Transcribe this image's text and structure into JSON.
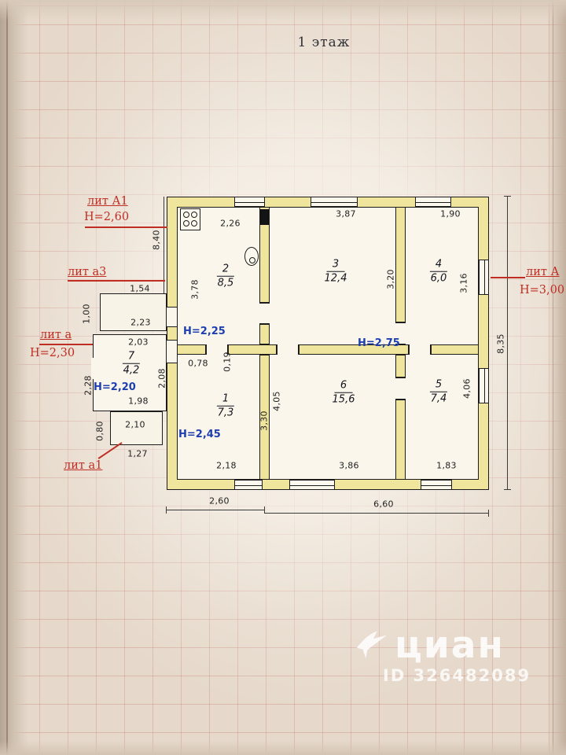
{
  "page": {
    "floor_title": "1 этаж"
  },
  "lit_labels": {
    "litA1": "лит А1",
    "litA1_h": "Н=2,60",
    "lita3": "лит а3",
    "lita": "лит а",
    "lita_h": "Н=2,30",
    "lita1": "лит а1",
    "litA": "лит А",
    "litA_h": "Н=3,00"
  },
  "height_labels": {
    "h225": "Н=2,25",
    "h275": "Н=2,75",
    "h220": "Н=2,20",
    "h245": "Н=2,45"
  },
  "rooms": {
    "r1": {
      "num": "1",
      "area": "7,3"
    },
    "r2": {
      "num": "2",
      "area": "8,5"
    },
    "r3": {
      "num": "3",
      "area": "12,4"
    },
    "r4": {
      "num": "4",
      "area": "6,0"
    },
    "r5": {
      "num": "5",
      "area": "7,4"
    },
    "r6": {
      "num": "6",
      "area": "15,6"
    },
    "r7": {
      "num": "7",
      "area": "4,2"
    }
  },
  "dims": {
    "d2_26": "2,26",
    "d3_87": "3,87",
    "d1_90": "1,90",
    "d8_40": "8,40",
    "d3_78": "3,78",
    "d3_20": "3,20",
    "d3_16": "3,16",
    "d8_35": "8,35",
    "d1_54": "1,54",
    "d1_00": "1,00",
    "d2_23": "2,23",
    "d2_03": "2,03",
    "d0_78": "0,78",
    "d0_19": "0,19",
    "d2_08": "2,08",
    "d2_28": "2,28",
    "d1_98": "1,98",
    "d2_10": "2,10",
    "d0_80": "0,80",
    "d1_27": "1,27",
    "d2_18": "2,18",
    "d3_30": "3,30",
    "d4_05": "4,05",
    "d3_86": "3,86",
    "d1_83": "1,83",
    "d4_06": "4,06",
    "d2_60": "2,60",
    "d6_60": "6,60"
  },
  "watermark": {
    "brand": "циан",
    "id_text": "ID 326482089"
  },
  "colors": {
    "wall_fill": "#efe59c",
    "red": "#bf2d23",
    "blue": "#1d3fae"
  }
}
